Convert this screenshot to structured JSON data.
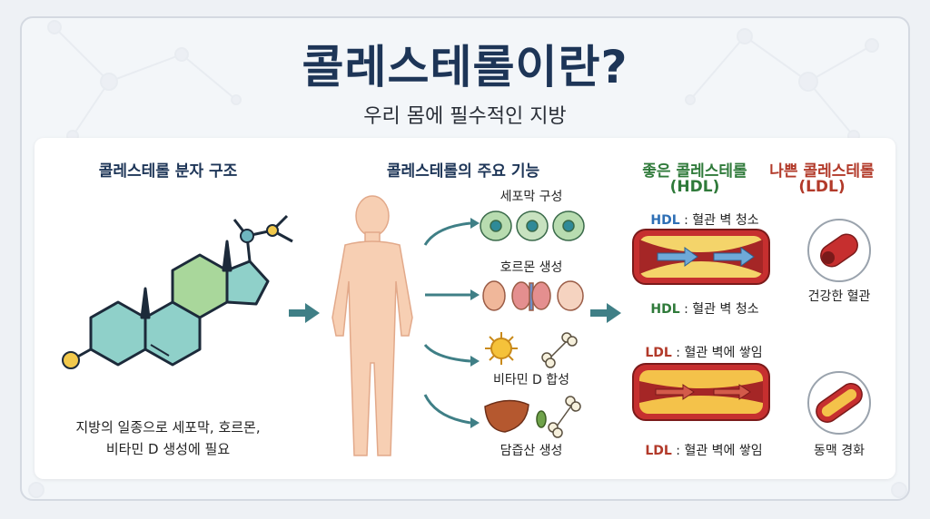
{
  "title": "콜레스테롤이란?",
  "subtitle": "우리 몸에 필수적인 지방",
  "molecule": {
    "heading": "콜레스테롤 분자 구조",
    "caption_line1": "지방의 일종으로 세포막, 호르몬,",
    "caption_line2": "비타민 D 생성에 필요"
  },
  "functions": {
    "heading": "콜레스테롤의 주요 기능",
    "items": [
      "세포막 구성",
      "호르몬 생성",
      "비타민 D 합성",
      "담즙산 생성"
    ]
  },
  "hdl": {
    "heading_line1": "좋은 콜레스테롤",
    "heading_line2": "(HDL)",
    "tag1": "HDL",
    "text1": ": 혈관 벽 청소",
    "tag2": "HDL",
    "text2": ": 혈관 벽 청소",
    "result": "건강한 혈관"
  },
  "ldl": {
    "heading_line1": "나쁜 콜레스테롤",
    "heading_line2": "(LDL)",
    "tag1": "LDL",
    "text1": ": 혈관 벽에 쌓임",
    "tag2": "LDL",
    "text2": ": 혈관 벽에 쌓임",
    "result": "동맥 경화"
  },
  "colors": {
    "title": "#1d3557",
    "hdl_green": "#2f7a3a",
    "ldl_red": "#b23a2a",
    "hdl_blue": "#2e6fb5",
    "molecule_teal": "#8fd0c9",
    "molecule_green": "#a9d79b",
    "arrow_teal": "#3f7f86",
    "body_skin": "#f7cfb3"
  }
}
